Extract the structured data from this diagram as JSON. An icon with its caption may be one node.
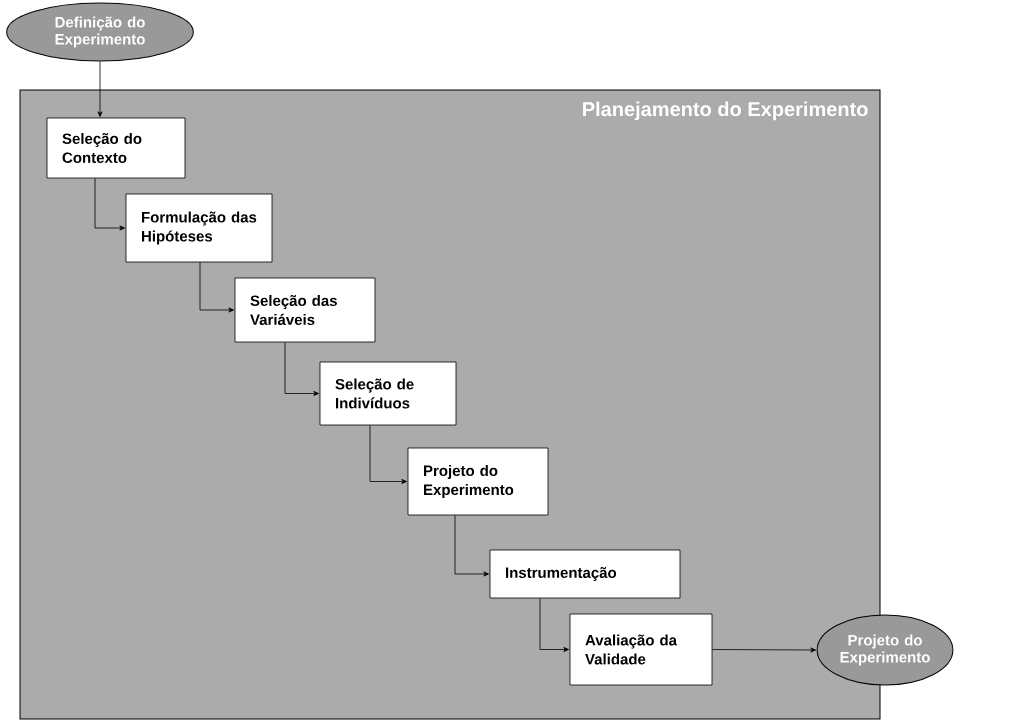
{
  "diagram": {
    "nodes": [
      {
        "text": [
          "Definição do Experimento"
        ]
      },
      {
        "text": [
          "Planejamento do Experimento"
        ]
      },
      {
        "text": [
          "Seleção do Contexto"
        ],
        "in": 1
      },
      {
        "text": [
          "Formulação das Hipóteses"
        ],
        "in": 1
      },
      {
        "text": [
          "Seleção das Variáveis"
        ],
        "in": 1
      },
      {
        "text": [
          "Seleção de Indivíduos"
        ],
        "in": 1
      },
      {
        "text": [
          "Projeto do Experimento"
        ],
        "in": 1
      },
      {
        "text": [
          "Instrumentação"
        ],
        "in": 1
      },
      {
        "text": [
          "Avaliação da Validade"
        ],
        "in": 1
      },
      {
        "text": [
          "Projeto do Experimento"
        ]
      }
    ],
    "edges": [
      {
        "from": 0,
        "to": 2,
        "arrow": "to"
      },
      {
        "from": 2,
        "to": 3,
        "arrow": "to"
      },
      {
        "from": 3,
        "to": 4,
        "arrow": "to"
      },
      {
        "from": 4,
        "to": 5,
        "arrow": "to"
      },
      {
        "from": 5,
        "to": 6,
        "arrow": "to"
      },
      {
        "from": 6,
        "to": 7,
        "arrow": "to"
      },
      {
        "from": 7,
        "to": 8,
        "arrow": "to"
      },
      {
        "from": 8,
        "to": 9,
        "arrow": "to"
      }
    ]
  }
}
